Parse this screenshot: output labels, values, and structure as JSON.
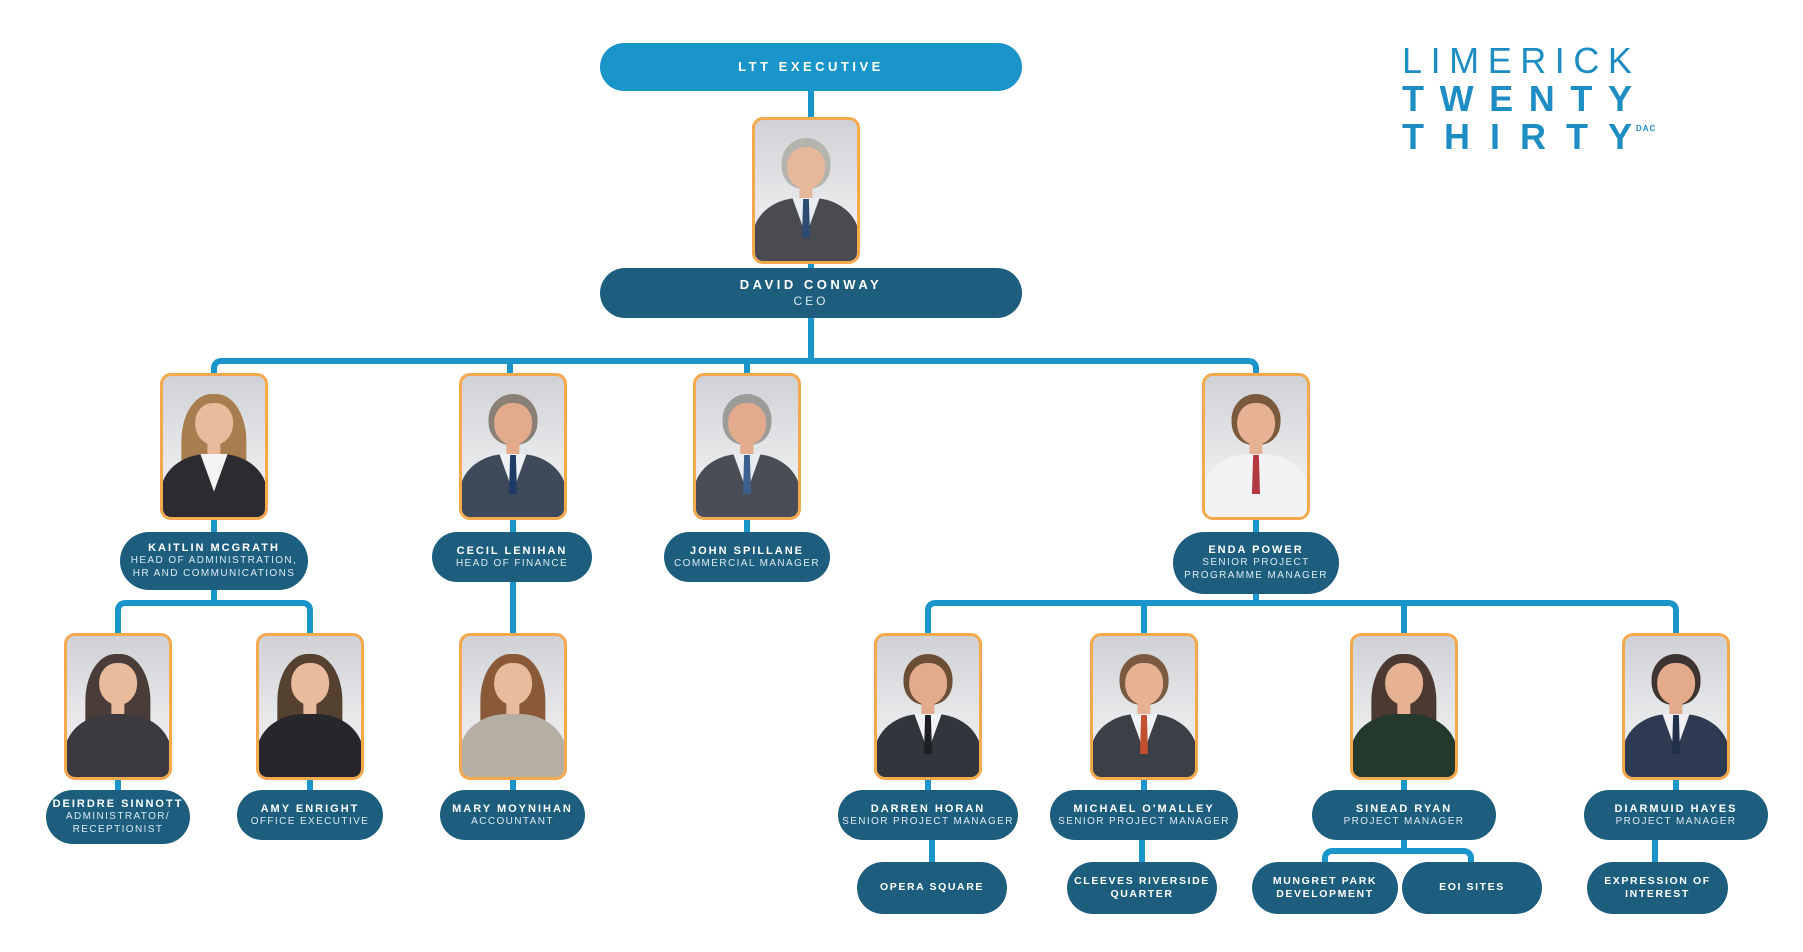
{
  "colors": {
    "accent_light": "#1995c9",
    "accent_dark": "#1d5e7e",
    "photo_border": "#f5a94e",
    "logo_blue": "#1d8dc3",
    "background": "#ffffff"
  },
  "header": {
    "title": "LTT EXECUTIVE"
  },
  "logo": {
    "line1": "LIMERICK",
    "line2": "TWENTY",
    "line3": "THIRTY",
    "suffix": "DAC"
  },
  "people": {
    "david": {
      "name": "DAVID CONWAY",
      "role1": "CEO",
      "role2": ""
    },
    "kaitlin": {
      "name": "KAITLIN MCGRATH",
      "role1": "HEAD OF ADMINISTRATION,",
      "role2": "HR AND COMMUNICATIONS"
    },
    "cecil": {
      "name": "CECIL LENIHAN",
      "role1": "HEAD OF FINANCE",
      "role2": ""
    },
    "john": {
      "name": "JOHN SPILLANE",
      "role1": "COMMERCIAL MANAGER",
      "role2": ""
    },
    "enda": {
      "name": "ENDA POWER",
      "role1": "SENIOR PROJECT",
      "role2": "PROGRAMME MANAGER"
    },
    "deirdre": {
      "name": "DEIRDRE SINNOTT",
      "role1": "ADMINISTRATOR/",
      "role2": "RECEPTIONIST"
    },
    "amy": {
      "name": "AMY ENRIGHT",
      "role1": "OFFICE EXECUTIVE",
      "role2": ""
    },
    "mary": {
      "name": "MARY MOYNIHAN",
      "role1": "ACCOUNTANT",
      "role2": ""
    },
    "darren": {
      "name": "DARREN HORAN",
      "role1": "SENIOR PROJECT MANAGER",
      "role2": ""
    },
    "michael": {
      "name": "MICHAEL O'MALLEY",
      "role1": "SENIOR PROJECT MANAGER",
      "role2": ""
    },
    "sinead": {
      "name": "SINEAD RYAN",
      "role1": "PROJECT MANAGER",
      "role2": ""
    },
    "diarmuid": {
      "name": "DIARMUID HAYES",
      "role1": "PROJECT MANAGER",
      "role2": ""
    }
  },
  "projects": {
    "opera": {
      "line1": "OPERA SQUARE",
      "line2": ""
    },
    "cleeves": {
      "line1": "CLEEVES RIVERSIDE",
      "line2": "QUARTER"
    },
    "mungret": {
      "line1": "MUNGRET PARK",
      "line2": "DEVELOPMENT"
    },
    "eoi": {
      "line1": "EOI SITES",
      "line2": ""
    },
    "expression": {
      "line1": "EXPRESSION OF",
      "line2": "INTEREST"
    }
  }
}
